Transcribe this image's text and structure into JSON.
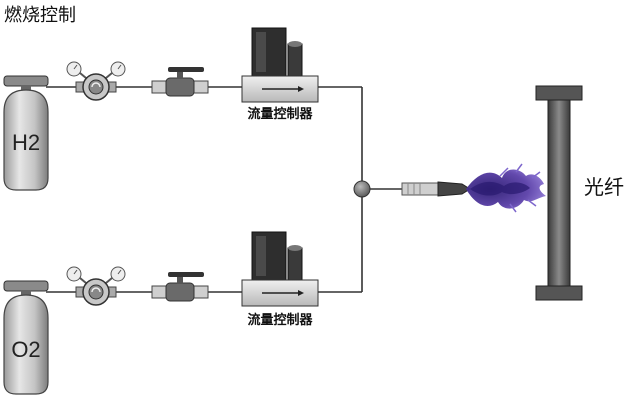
{
  "title": "燃烧控制",
  "tanks": [
    {
      "label": "H2"
    },
    {
      "label": "O2"
    }
  ],
  "controllers": [
    {
      "label": "流量控制器"
    },
    {
      "label": "流量控制器"
    }
  ],
  "fiber_label": "光纤",
  "icons": [
    "gas-cylinder-icon",
    "pressure-regulator-icon",
    "ball-valve-icon",
    "mass-flow-controller-icon",
    "pipe-junction-icon",
    "burner-nozzle-icon",
    "flame-icon",
    "optical-fiber-icon"
  ],
  "colors": {
    "flame": "#5a3fa8",
    "metal": "#555555",
    "tank": "#c8c8c8"
  }
}
